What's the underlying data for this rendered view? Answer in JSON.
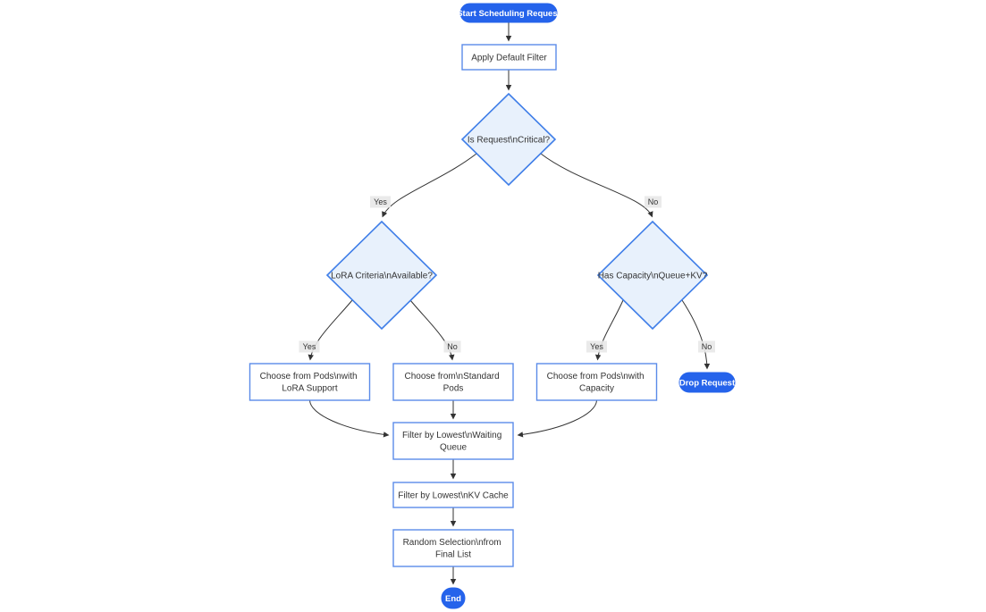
{
  "diagram": {
    "type": "flowchart",
    "direction": "top-down",
    "background": "#ffffff"
  },
  "colors": {
    "terminal_fill": "#2563eb",
    "terminal_text": "#ffffff",
    "decision_fill": "#e8f1fc",
    "decision_border": "#3f7ee8",
    "process_fill": "#ffffff",
    "process_border": "#5b8be9",
    "edge_line": "#333333",
    "edge_label_bg": "#e8e8e8",
    "node_text": "#333333"
  },
  "nodes": {
    "start": {
      "shape": "stadium",
      "lines": [
        "Start Scheduling Request"
      ]
    },
    "apply_filter": {
      "shape": "rect",
      "lines": [
        "Apply Default Filter"
      ]
    },
    "is_critical": {
      "shape": "diamond",
      "lines": [
        "Is Request\\nCritical?"
      ]
    },
    "lora_available": {
      "shape": "diamond",
      "lines": [
        "LoRA Criteria\\nAvailable?"
      ]
    },
    "has_capacity": {
      "shape": "diamond",
      "lines": [
        "Has Capacity\\nQueue+KV?"
      ]
    },
    "choose_lora": {
      "shape": "rect",
      "lines": [
        "Choose from Pods\\nwith",
        "LoRA Support"
      ]
    },
    "choose_standard": {
      "shape": "rect",
      "lines": [
        "Choose from\\nStandard",
        "Pods"
      ]
    },
    "choose_capacity": {
      "shape": "rect",
      "lines": [
        "Choose from Pods\\nwith",
        "Capacity"
      ]
    },
    "drop_request": {
      "shape": "stadium",
      "lines": [
        "Drop Request"
      ]
    },
    "filter_queue": {
      "shape": "rect",
      "lines": [
        "Filter by Lowest\\nWaiting",
        "Queue"
      ]
    },
    "filter_kv": {
      "shape": "rect",
      "lines": [
        "Filter by Lowest\\nKV Cache"
      ]
    },
    "random_selection": {
      "shape": "rect",
      "lines": [
        "Random Selection\\nfrom",
        "Final List"
      ]
    },
    "end": {
      "shape": "stadium",
      "lines": [
        "End"
      ]
    }
  },
  "edges": [
    {
      "from": "start",
      "to": "apply_filter",
      "label": ""
    },
    {
      "from": "apply_filter",
      "to": "is_critical",
      "label": ""
    },
    {
      "from": "is_critical",
      "to": "lora_available",
      "label": "Yes"
    },
    {
      "from": "is_critical",
      "to": "has_capacity",
      "label": "No"
    },
    {
      "from": "lora_available",
      "to": "choose_lora",
      "label": "Yes"
    },
    {
      "from": "lora_available",
      "to": "choose_standard",
      "label": "No"
    },
    {
      "from": "has_capacity",
      "to": "choose_capacity",
      "label": "Yes"
    },
    {
      "from": "has_capacity",
      "to": "drop_request",
      "label": "No"
    },
    {
      "from": "choose_lora",
      "to": "filter_queue",
      "label": ""
    },
    {
      "from": "choose_standard",
      "to": "filter_queue",
      "label": ""
    },
    {
      "from": "choose_capacity",
      "to": "filter_queue",
      "label": ""
    },
    {
      "from": "filter_queue",
      "to": "filter_kv",
      "label": ""
    },
    {
      "from": "filter_kv",
      "to": "random_selection",
      "label": ""
    },
    {
      "from": "random_selection",
      "to": "end",
      "label": ""
    }
  ]
}
